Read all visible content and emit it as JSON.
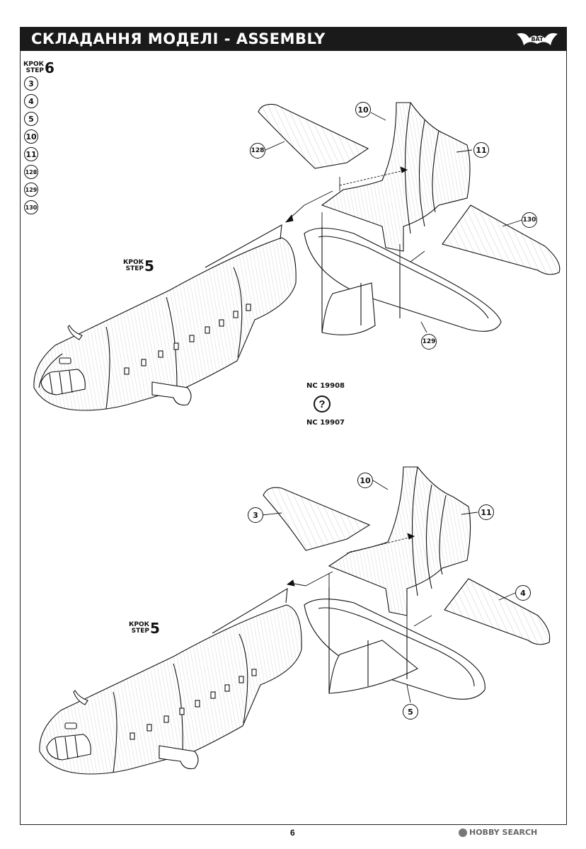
{
  "header": {
    "title": "СКЛАДАННЯ МОДЕЛІ - ASSEMBLY",
    "logo_text": "BAT"
  },
  "step6": {
    "krok": "КРОК",
    "step": "STEP",
    "number": "6"
  },
  "parts_list": [
    "3",
    "4",
    "5",
    "10",
    "11",
    "128",
    "129",
    "130"
  ],
  "upper_diagram": {
    "step_ref": {
      "krok": "КРОК",
      "step": "STEP",
      "number": "5"
    },
    "callouts": {
      "fin_left": "10",
      "fin_right": "11",
      "stab_left": "128",
      "stab_right": "130",
      "lower": "129"
    }
  },
  "variant": {
    "top": "NC 19908",
    "symbol": "?",
    "bottom": "NC 19907"
  },
  "lower_diagram": {
    "step_ref": {
      "krok": "КРОК",
      "step": "STEP",
      "number": "5"
    },
    "callouts": {
      "fin_left": "10",
      "fin_right": "11",
      "stab_left": "3",
      "stab_right": "4",
      "lower": "5"
    }
  },
  "footer": {
    "page_number": "6",
    "watermark": "HOBBY SEARCH"
  }
}
